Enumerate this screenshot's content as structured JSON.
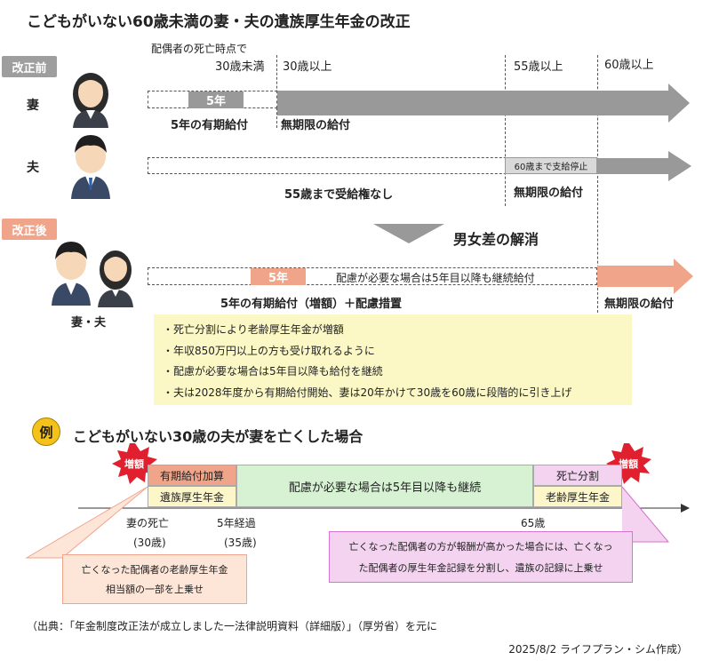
{
  "title": "こどもがいない60歳未満の妻・夫の遺族厚生年金の改正",
  "before_tag": "改正前",
  "after_tag": "改正後",
  "header": {
    "note": "配偶者の死亡時点で",
    "age_under30": "30歳未満",
    "age_30plus": "30歳以上",
    "age_55plus": "55歳以上",
    "age_60plus": "60歳以上"
  },
  "wife_row": {
    "label": "妻",
    "bar_5y": "5年",
    "fixed_term": "5年の有期給付",
    "unlimited": "無期限の給付"
  },
  "husband_row": {
    "label": "夫",
    "suspended": "60歳まで支給停止",
    "no_right": "55歳まで受給権なし",
    "unlimited": "無期限の給付"
  },
  "change_label": "男女差の解消",
  "after_row": {
    "label": "妻・夫",
    "bar_5y": "5年",
    "consideration": "配慮が必要な場合は5年目以降も継続給付",
    "fixed_term": "5年の有期給付（増額）＋配慮措置",
    "unlimited": "無期限の給付"
  },
  "notes": [
    "・死亡分割により老齢厚生年金が増額",
    "・年収850万円以上の方も受け取れるように",
    "・配慮が必要な場合は5年目以降も給付を継続",
    "・夫は2028年度から有期給付開始、妻は20年かけて30歳を60歳に段階的に引き上げ"
  ],
  "example": {
    "badge": "例",
    "title": "こどもがいない30歳の夫が妻を亡くした場合",
    "increase_left": "増額",
    "increase_right": "増額",
    "fixed_addition": "有期給付加算",
    "survivor_pension": "遺族厚生年金",
    "continuation": "配慮が必要な場合は5年目以降も継続",
    "death_split": "死亡分割",
    "old_age_pension": "老齢厚生年金",
    "wife_death": "妻の死亡",
    "age_30": "(30歳)",
    "five_years": "5年経過",
    "age_35": "(35歳)",
    "age_65": "65歳",
    "left_callout_1": "亡くなった配偶者の老齢厚生年金",
    "left_callout_2": "相当額の一部を上乗せ",
    "right_callout_1": "亡くなった配偶者の方が報酬が高かった場合には、亡くなっ",
    "right_callout_2": "た配偶者の厚生年金記録を分割し、遺族の記録に上乗せ"
  },
  "source": "（出典：「年金制度改正法が成立しました一法律説明資料（詳細版）」（厚労省）を元に",
  "credit": "2025/8/2 ライフプラン・シム作成）",
  "colors": {
    "gray_arrow": "#999999",
    "orange": "#f0a58a",
    "note_yellow": "#fbf8c6",
    "green": "#d6f2d3",
    "pink": "#f3d3f0",
    "pink_border": "#d873cf",
    "cream": "#fdf6c8",
    "burst_red": "#e0202e",
    "badge_gold": "#f4c21b"
  }
}
